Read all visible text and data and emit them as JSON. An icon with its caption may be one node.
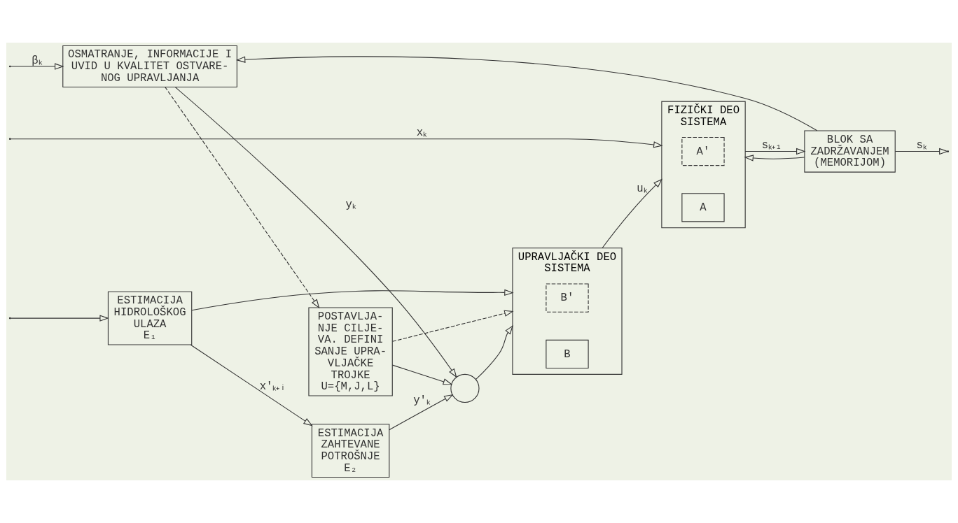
{
  "diagram": {
    "nodes": [
      {
        "text": [
          "POSTAVLJA- NJE CILJE- VA. DEFINI SANJE UPRA- VLJAČKE TROJKE",
          "U={M,J,L}"
        ]
      },
      {
        "text": [
          "ESTIMACIJA ZAHTEVANE POTROŠNJE",
          "E₂"
        ]
      },
      {
        "text": [
          "ESTIMACIJA HIDROLOŠKOG ULAZA",
          "E₁"
        ]
      },
      {
        "text": [],
        "shape": "circle"
      },
      {
        "text": [
          "UPRAVLJAČKI DEO",
          "SISTEMA"
        ]
      },
      {
        "text": [
          "B'"
        ],
        "in": 4
      },
      {
        "text": [
          "B"
        ],
        "in": 4
      },
      {
        "text": [
          "FIZIČKI DEO",
          "SISTEMA"
        ]
      },
      {
        "text": [
          "A'"
        ],
        "in": 7
      },
      {
        "text": [
          "A"
        ],
        "in": 7
      },
      {
        "text": [
          "BLOK SA ZADRŽAVANJEM (MEMORIJOM)"
        ]
      },
      {
        "text": [
          "OSMATRANJE, INFORMACIJE I UVID U KVALITET OSTVARE- NOG UPRAVLJANJA"
        ]
      }
    ],
    "edges": [
      {
        "from": null,
        "to": 2,
        "arrow": "to"
      },
      {
        "from": null,
        "to": 7,
        "arrow": "to",
        "label": "xₖ"
      },
      {
        "from": 2,
        "to": 1,
        "arrow": "to",
        "label": "x'ₖ₊ᵢ"
      },
      {
        "from": 2,
        "to": 4,
        "arrow": "to"
      },
      {
        "from": 1,
        "to": 3,
        "arrow": "to",
        "label": "y'ₖ"
      },
      {
        "from": 0,
        "to": 4,
        "arrow": "to",
        "style": "dashed"
      },
      {
        "from": 0,
        "to": 3,
        "arrow": "to"
      },
      {
        "from": 3,
        "to": 4,
        "arrow": "to"
      },
      {
        "from": 11,
        "to": 3,
        "arrow": "to",
        "label": "yₖ"
      },
      {
        "from": 11,
        "to": 0,
        "arrow": "to",
        "style": "dashed"
      },
      {
        "from": 4,
        "to": 7,
        "arrow": "to",
        "label": "uₖ"
      },
      {
        "from": 7,
        "to": 10,
        "arrow": "to",
        "label": "sₖ₊₁"
      },
      {
        "from": 10,
        "to": null,
        "arrow": "to",
        "label": "sₖ"
      },
      {
        "from": 10,
        "to": 7,
        "arrow": "to"
      },
      {
        "from": 10,
        "to": 11,
        "arrow": "to"
      },
      {
        "from": null,
        "to": 11,
        "arrow": "to",
        "label": "βₖ"
      }
    ]
  }
}
